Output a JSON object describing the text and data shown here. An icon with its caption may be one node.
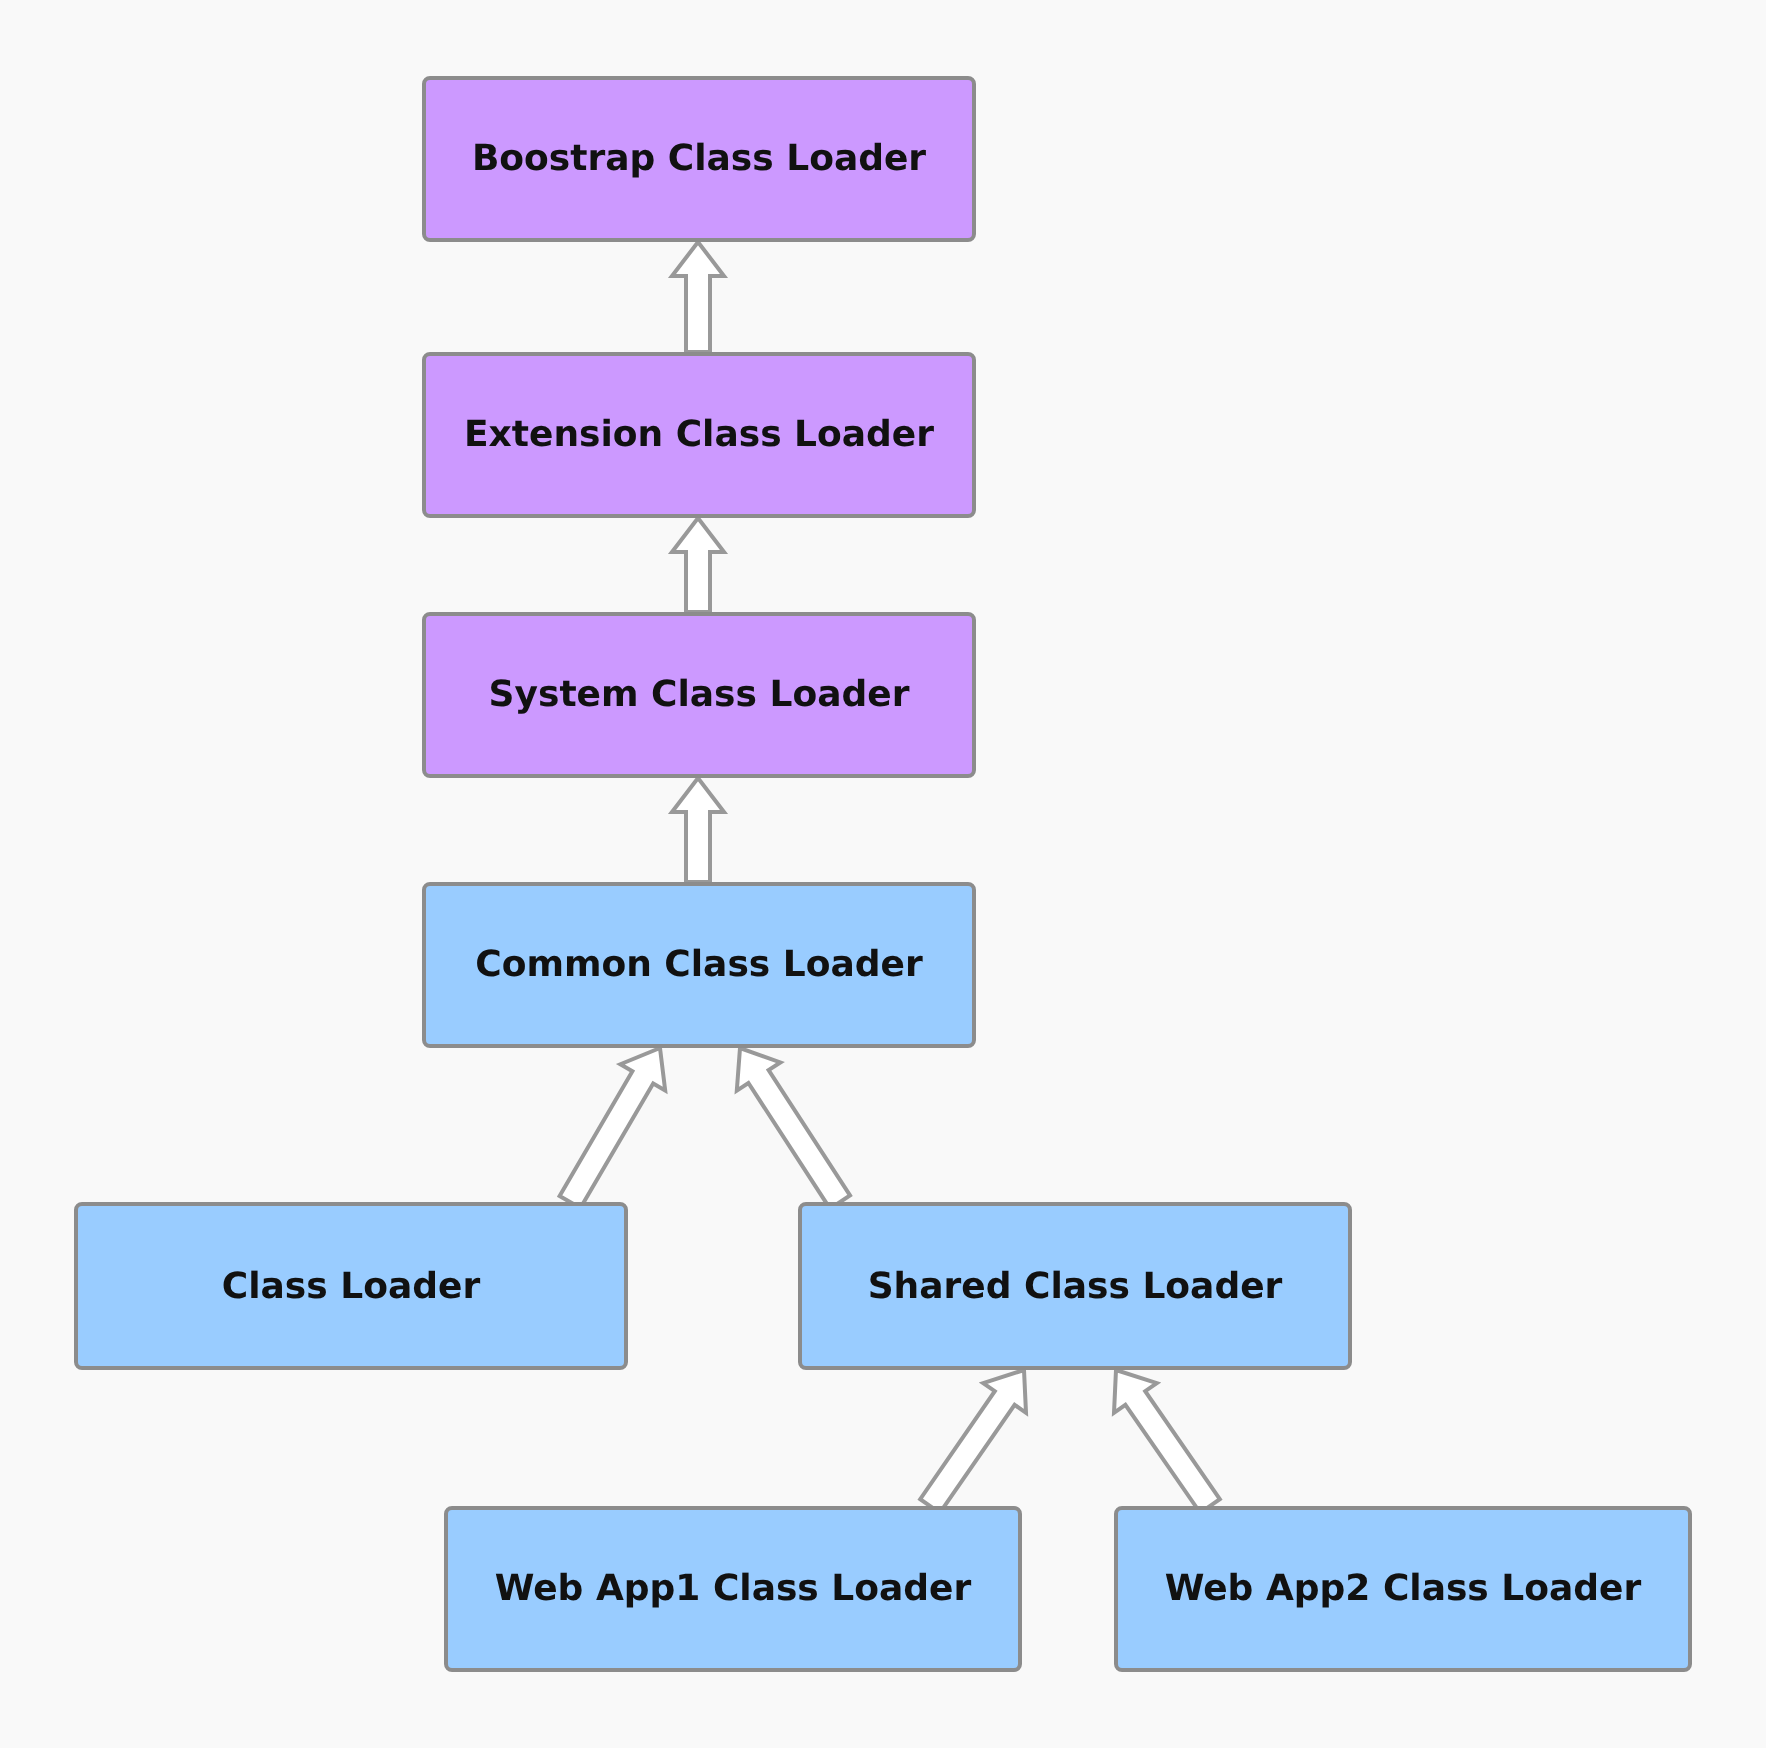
{
  "diagram": {
    "nodes": [
      {
        "text": [
          "Boostrap Class Loader"
        ]
      },
      {
        "text": [
          "Extension Class Loader"
        ]
      },
      {
        "text": [
          "System Class Loader"
        ]
      },
      {
        "text": [
          "Common Class Loader"
        ]
      },
      {
        "text": [
          "Class Loader"
        ]
      },
      {
        "text": [
          "Shared Class Loader"
        ]
      },
      {
        "text": [
          "Web App1 Class Loader"
        ]
      },
      {
        "text": [
          "Web App2 Class Loader"
        ]
      }
    ],
    "edges": [
      {
        "from": 1,
        "to": 0,
        "arrow": "to"
      },
      {
        "from": 2,
        "to": 1,
        "arrow": "to"
      },
      {
        "from": 3,
        "to": 2,
        "arrow": "to"
      },
      {
        "from": 4,
        "to": 3,
        "arrow": "to"
      },
      {
        "from": 5,
        "to": 3,
        "arrow": "to"
      },
      {
        "from": 6,
        "to": 5,
        "arrow": "to"
      },
      {
        "from": 7,
        "to": 5,
        "arrow": "to"
      }
    ]
  }
}
